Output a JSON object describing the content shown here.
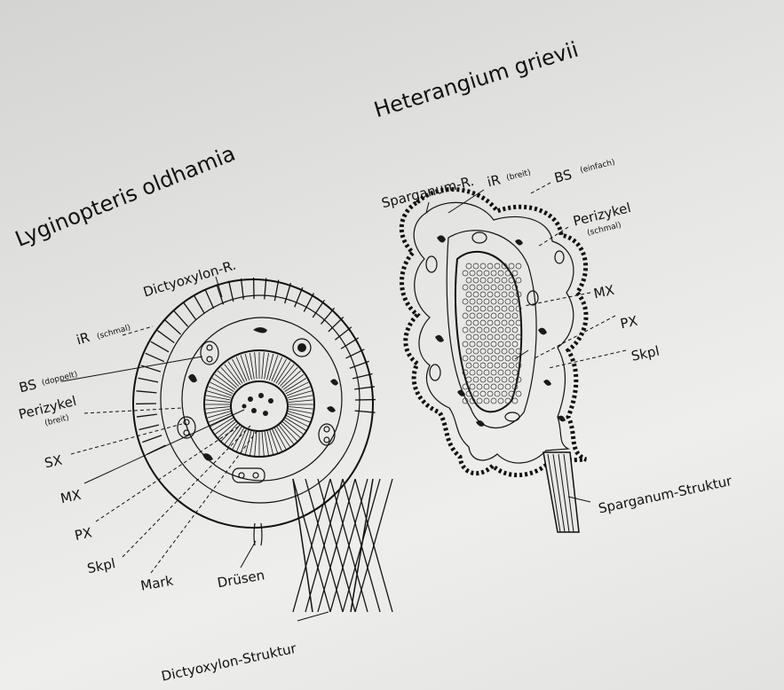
{
  "left": {
    "title": "Lyginopteris oldhamia",
    "labels": {
      "dictyoxylon_r": "Dictyoxylon-R.",
      "ir": "iR",
      "ir_note": "(schmal)",
      "bs": "BS",
      "bs_note": "(doppelt)",
      "perizykel": "Perizykel",
      "perizykel_note": "(breit)",
      "sx": "SX",
      "mx": "MX",
      "px": "PX",
      "skpl": "Skpl",
      "mark": "Mark",
      "druesen": "Drüsen",
      "dictyoxylon_struktur": "Dictyoxylon-Struktur"
    }
  },
  "right": {
    "title": "Heterangium grievii",
    "labels": {
      "sparganum_r": "Sparganum-R.",
      "ir": "iR",
      "ir_note": "(breit)",
      "bs": "BS",
      "bs_note": "(einfach)",
      "perizykel": "Perizykel",
      "perizykel_note": "(schmal)",
      "mx": "MX",
      "px": "PX",
      "skpl": "Skpl",
      "sparganum_struktur": "Sparganum-Struktur"
    }
  }
}
